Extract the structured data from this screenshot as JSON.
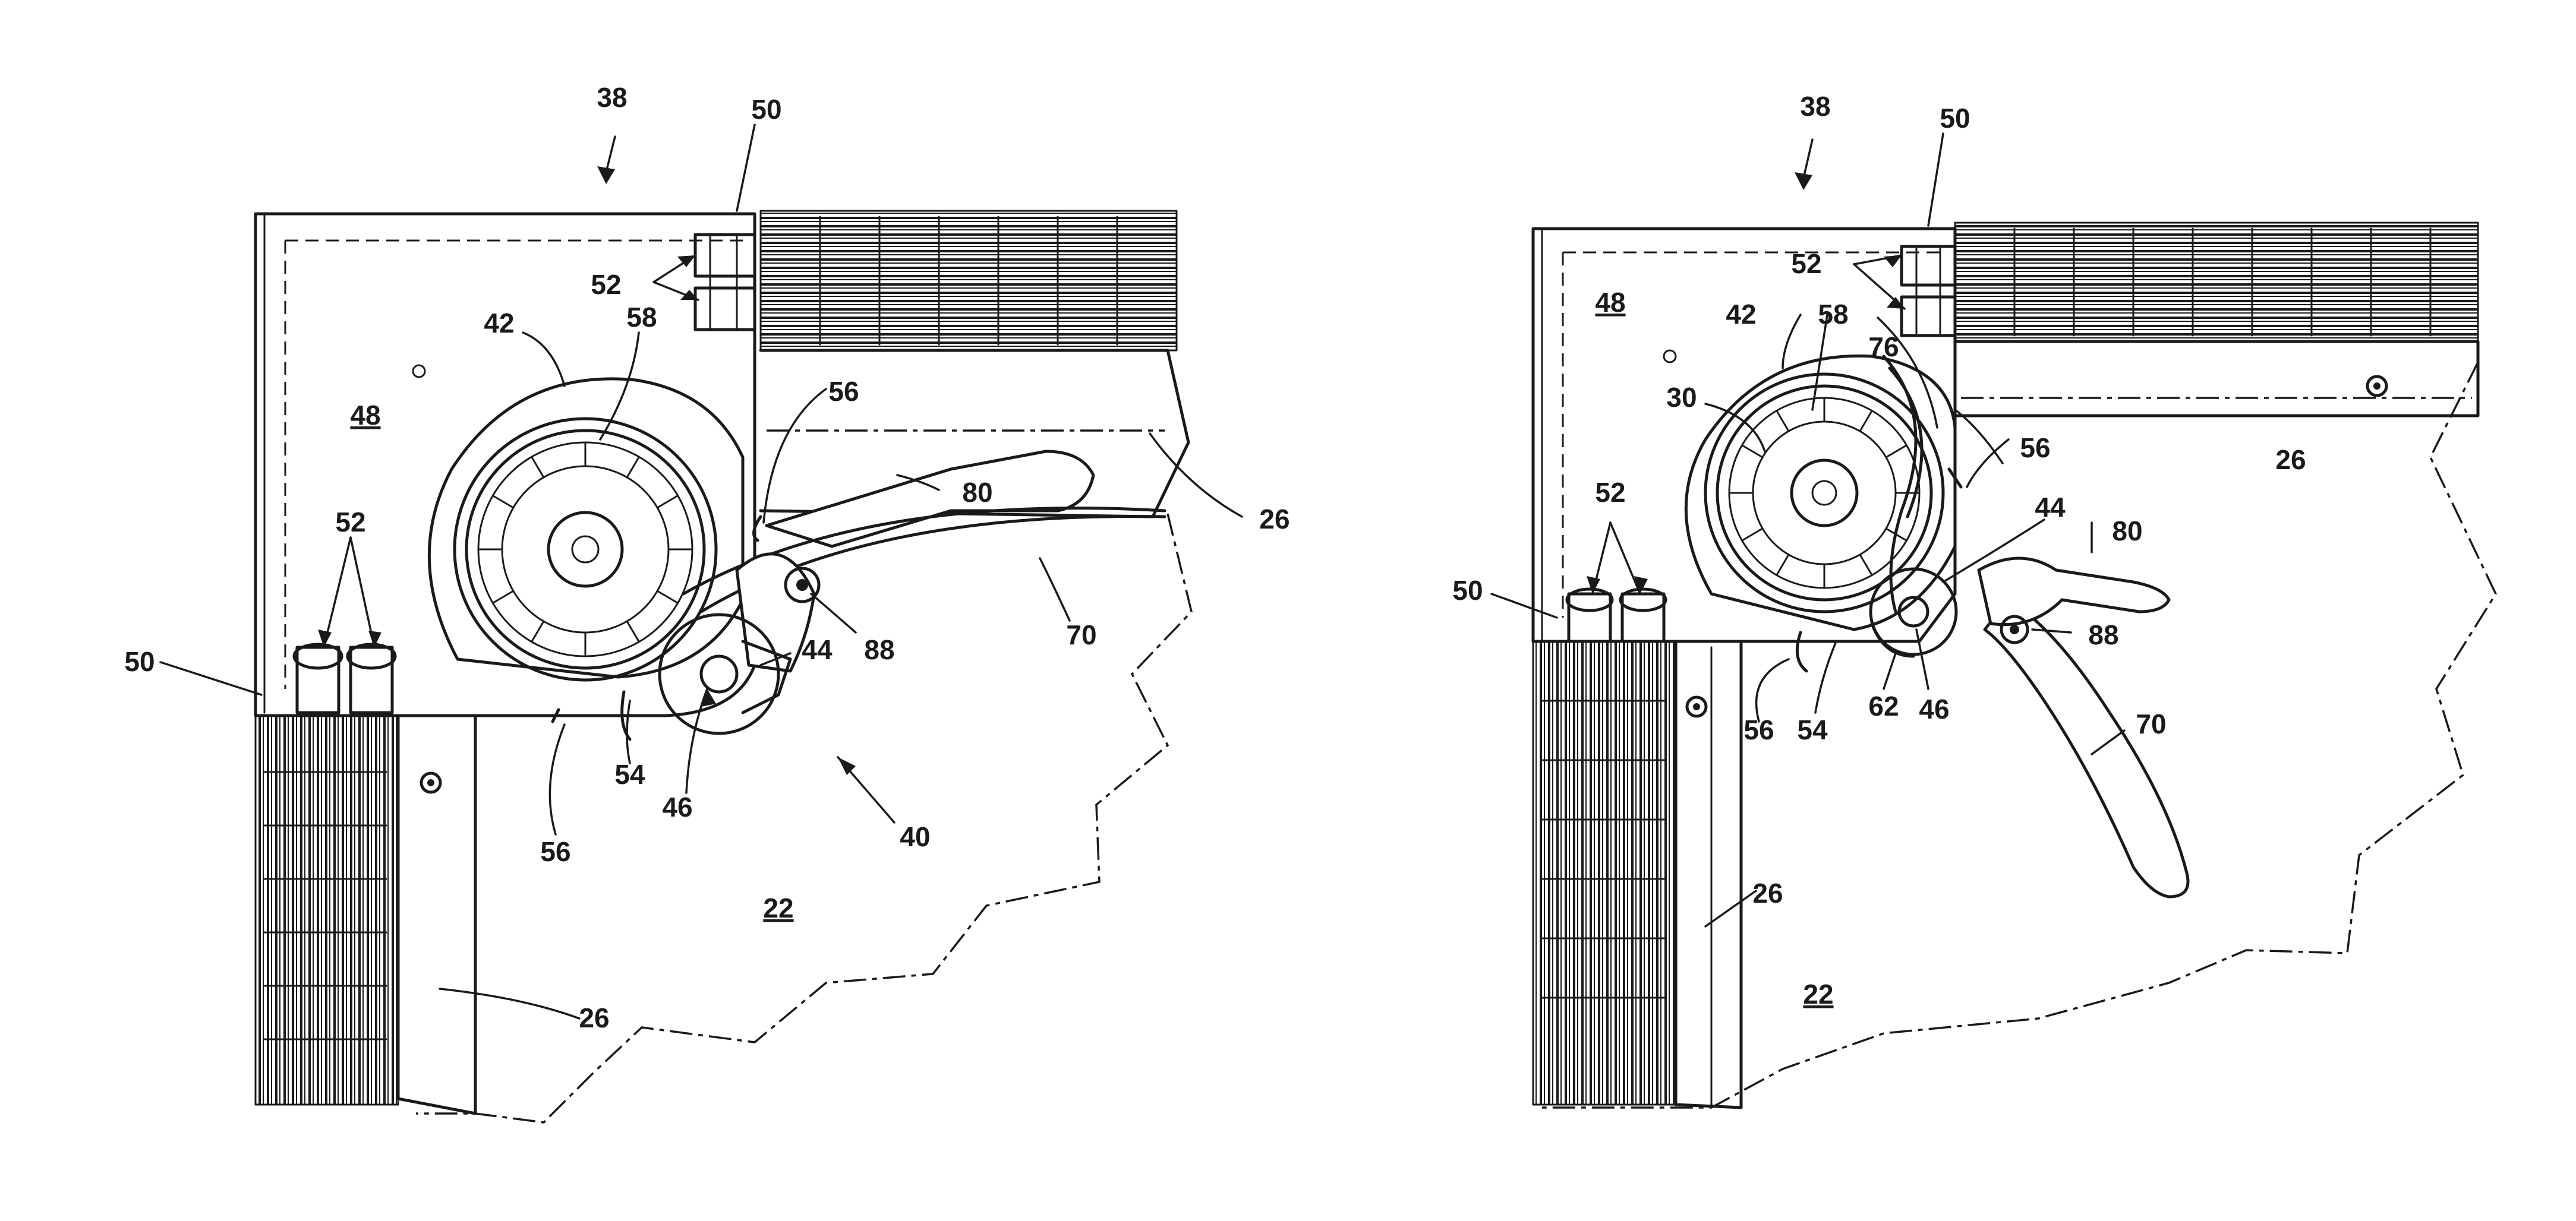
{
  "figures": [
    {
      "id": "left",
      "reference_numerals": [
        "38",
        "50",
        "52",
        "42",
        "58",
        "48",
        "56",
        "80",
        "26",
        "52",
        "70",
        "50",
        "88",
        "44",
        "54",
        "46",
        "40",
        "56",
        "22",
        "26"
      ]
    },
    {
      "id": "right",
      "reference_numerals": [
        "38",
        "50",
        "52",
        "48",
        "42",
        "58",
        "76",
        "30",
        "26",
        "56",
        "52",
        "44",
        "80",
        "50",
        "88",
        "62",
        "46",
        "56",
        "54",
        "70",
        "26",
        "22"
      ]
    }
  ]
}
